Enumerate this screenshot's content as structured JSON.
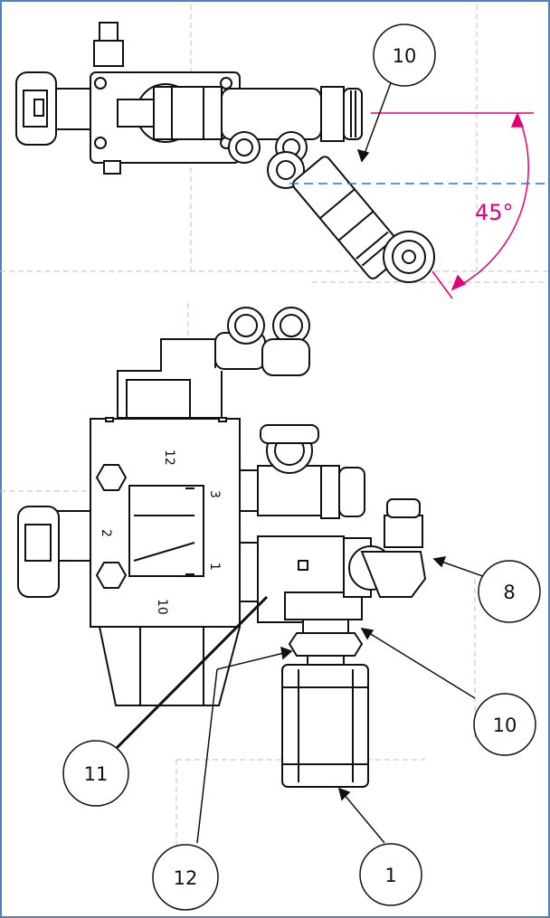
{
  "drawing": {
    "angle_label": "45°",
    "callouts": [
      {
        "id": "callout-10-top",
        "text": "10"
      },
      {
        "id": "callout-8",
        "text": "8"
      },
      {
        "id": "callout-10-bottom",
        "text": "10"
      },
      {
        "id": "callout-11",
        "text": "11"
      },
      {
        "id": "callout-12",
        "text": "12"
      },
      {
        "id": "callout-1",
        "text": "1"
      }
    ],
    "valve_markings": {
      "port_12": "12",
      "port_2": "2",
      "port_3": "3",
      "port_1": "1",
      "port_10": "10"
    }
  },
  "colors": {
    "frame": "#4f81bd",
    "dimension": "#e0007a",
    "centerline": "#2e6fd6",
    "line": "#111111",
    "grid": "#bfbfbf"
  }
}
